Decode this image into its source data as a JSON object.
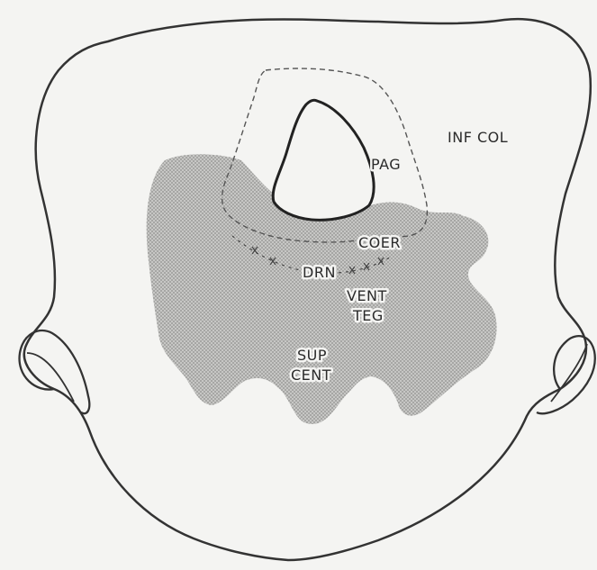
{
  "labels": {
    "inf_col": "INF COL",
    "pag": "PAG",
    "coer": "COER",
    "drn": "DRN",
    "vent": "VENT",
    "teg": "TEG",
    "sup": "SUP",
    "cent": "CENT"
  },
  "colors": {
    "background": "#f4f4f2",
    "outline": "#333333",
    "shading": "#a9a9a9"
  }
}
